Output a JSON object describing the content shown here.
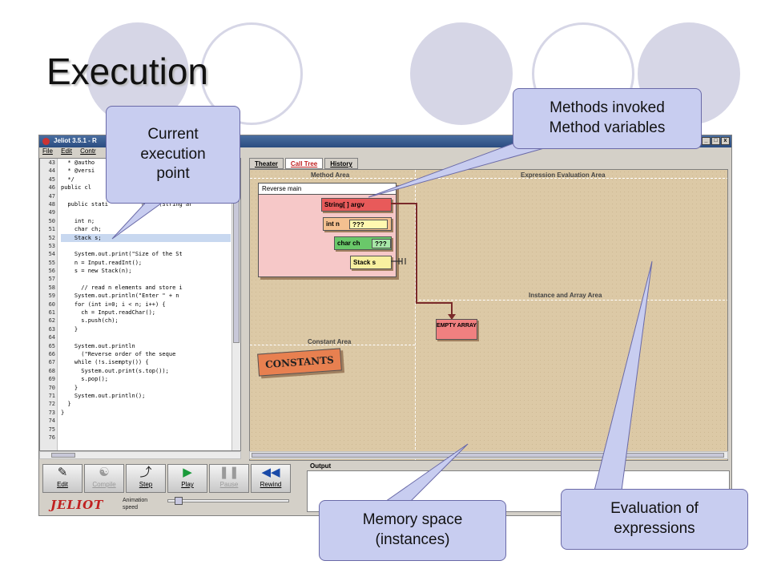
{
  "slide": {
    "title": "Execution"
  },
  "window": {
    "title": "Jeliot 3.5.1 - R",
    "menu": [
      "File",
      "Edit",
      "Contr"
    ],
    "controls": [
      "_",
      "□",
      "x"
    ]
  },
  "editor": {
    "line_numbers": [
      "43",
      "44",
      "45",
      "46",
      "47",
      "48",
      "49",
      "50",
      "51",
      "52",
      "53",
      "54",
      "55",
      "56",
      "57",
      "58",
      "59",
      "60",
      "61",
      "62",
      "63",
      "64",
      "65",
      "66",
      "67",
      "68",
      "69",
      "70",
      "71",
      "72",
      "73",
      "74",
      "75",
      "76"
    ],
    "lines": [
      "  * @autho",
      "  * @versi",
      "  */",
      "public cl",
      "",
      "  public stati          main (String ar",
      "",
      "    int n;",
      "    char ch;",
      "    Stack s;",
      "",
      "    System.out.print(\"Size of the St",
      "    n = Input.readInt();",
      "    s = new Stack(n);",
      "",
      "      // read n elements and store i",
      "    System.out.println(\"Enter \" + n",
      "    for (int i=0; i < n; i++) {",
      "      ch = Input.readChar();",
      "      s.push(ch);",
      "    }",
      "",
      "    System.out.println",
      "      (\"Reverse order of the seque",
      "    while (!s.isempty()) {",
      "      System.out.print(s.top());",
      "      s.pop();",
      "    }",
      "    System.out.println();",
      "  }",
      "}",
      "",
      "",
      ""
    ]
  },
  "toolbar": {
    "buttons": [
      {
        "label": "Edit",
        "icon": "edit-icon",
        "glyph": "✎",
        "enabled": true
      },
      {
        "label": "Compile",
        "icon": "compile-icon",
        "glyph": "☯",
        "enabled": false
      },
      {
        "label": "Step",
        "icon": "step-icon",
        "glyph": "⤴",
        "enabled": true
      },
      {
        "label": "Play",
        "icon": "play-icon",
        "glyph": "▶",
        "enabled": true
      },
      {
        "label": "Pause",
        "icon": "pause-icon",
        "glyph": "❚❚",
        "enabled": false
      },
      {
        "label": "Rewind",
        "icon": "rewind-icon",
        "glyph": "◀◀",
        "enabled": true
      }
    ],
    "logo": "JELIOT",
    "speed_label": "Animation speed",
    "speed_level": 0.06
  },
  "theater": {
    "tabs": [
      "Theater",
      "Call Tree",
      "History"
    ],
    "active_tab": "Call Tree",
    "areas": {
      "method": "Method Area",
      "expression": "Expression Evaluation Area",
      "instance": "Instance and Array Area",
      "constant": "Constant Area"
    },
    "frame": {
      "title": "Reverse main",
      "vars": [
        {
          "name": "String[ ] argv",
          "value": ""
        },
        {
          "name": "int n",
          "value": "???"
        },
        {
          "name": "char ch",
          "value": "???"
        },
        {
          "name": "Stack s",
          "value": ""
        }
      ]
    },
    "empty_array": "EMPTY ARRAY",
    "constants": "CONSTANTS",
    "output_label": "Output"
  },
  "callouts": {
    "current": "Current\nexecution\npoint",
    "methods": "Methods invoked\nMethod variables",
    "memory": "Memory space\n(instances)",
    "evaluation": "Evaluation of\nexpressions"
  },
  "colors": {
    "callout_fill": "#c8cdf0",
    "accent_red": "#c02020",
    "theater_bg": "#dcc9a6"
  }
}
